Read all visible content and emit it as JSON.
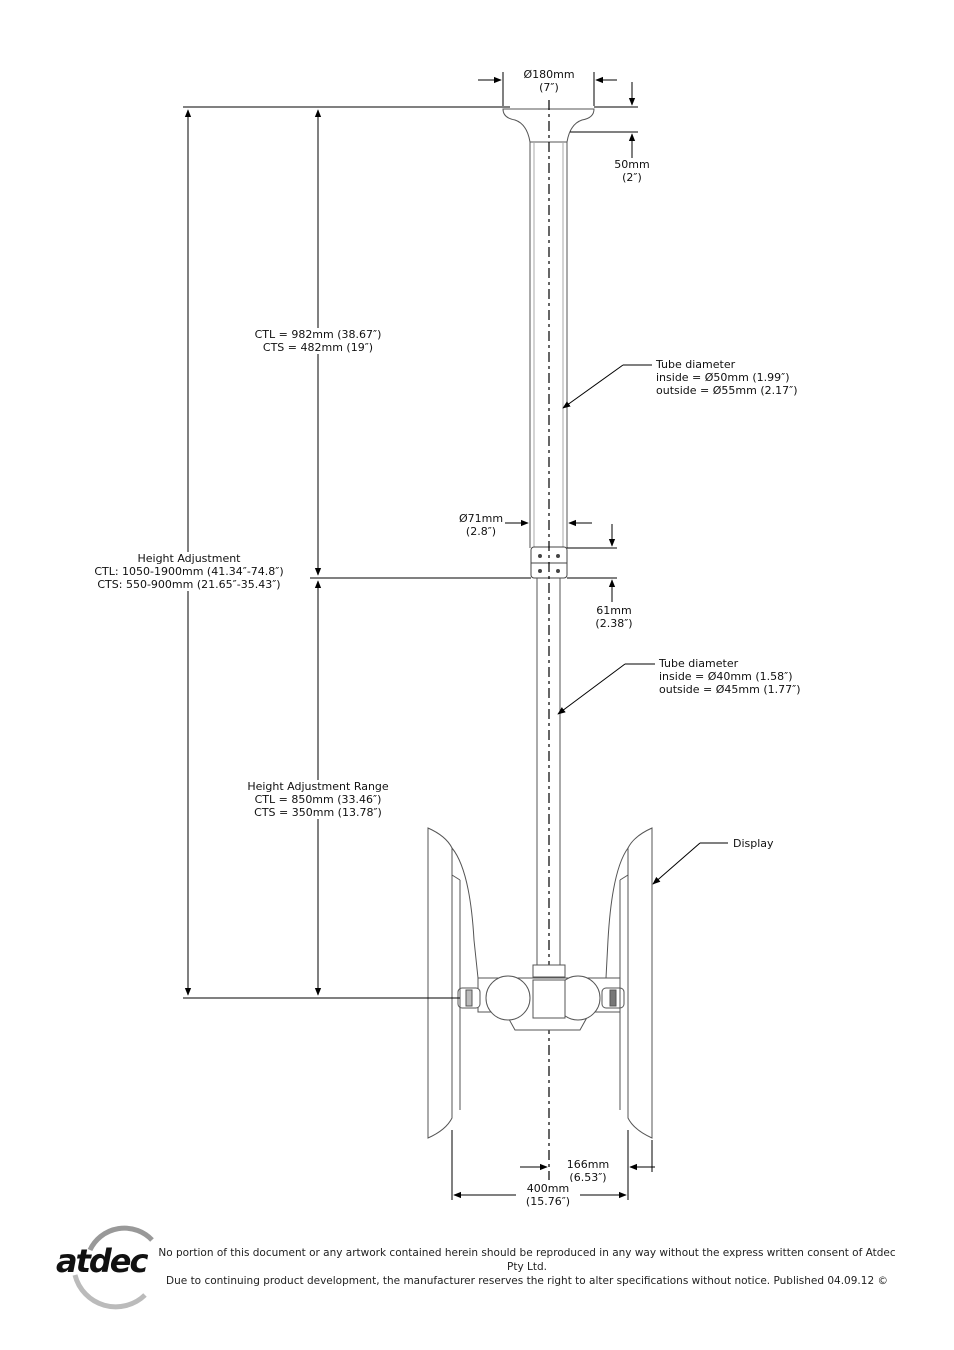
{
  "top_diameter": {
    "line1": "Ø180mm",
    "line2": "(7″)"
  },
  "flange_height": {
    "line1": "50mm",
    "line2": "(2″)"
  },
  "upper_length": {
    "line1": "CTL = 982mm (38.67″)",
    "line2": "CTS = 482mm (19″)"
  },
  "upper_tube": {
    "line1": "Tube diameter",
    "line2": "inside = Ø50mm (1.99″)",
    "line3": "outside = Ø55mm (2.17″)"
  },
  "collar_diameter": {
    "line1": "Ø71mm",
    "line2": "(2.8″)"
  },
  "height_adjustment": {
    "line1": "Height Adjustment",
    "line2": "CTL: 1050-1900mm (41.34″-74.8″)",
    "line3": "CTS: 550-900mm (21.65″-35.43″)"
  },
  "collar_height": {
    "line1": "61mm",
    "line2": "(2.38″)"
  },
  "lower_tube": {
    "line1": "Tube diameter",
    "line2": "inside = Ø40mm (1.58″)",
    "line3": "outside = Ø45mm (1.77″)"
  },
  "adjustment_range": {
    "line1": "Height Adjustment Range",
    "line2": "CTL = 850mm (33.46″)",
    "line3": "CTS = 350mm (13.78″)"
  },
  "display": {
    "label": "Display"
  },
  "half_width": {
    "line1": "166mm",
    "line2": "(6.53″)"
  },
  "full_width": {
    "line1": "400mm",
    "line2": "(15.76″)"
  },
  "footer": {
    "logo": "atdec",
    "line1": "No portion of this document or any artwork contained herein should be reproduced in any way without the express written consent of Atdec Pty Ltd.",
    "line2": "Due to continuing product development, the manufacturer reserves the right to alter specifications without notice. Published 04.09.12 ©"
  }
}
